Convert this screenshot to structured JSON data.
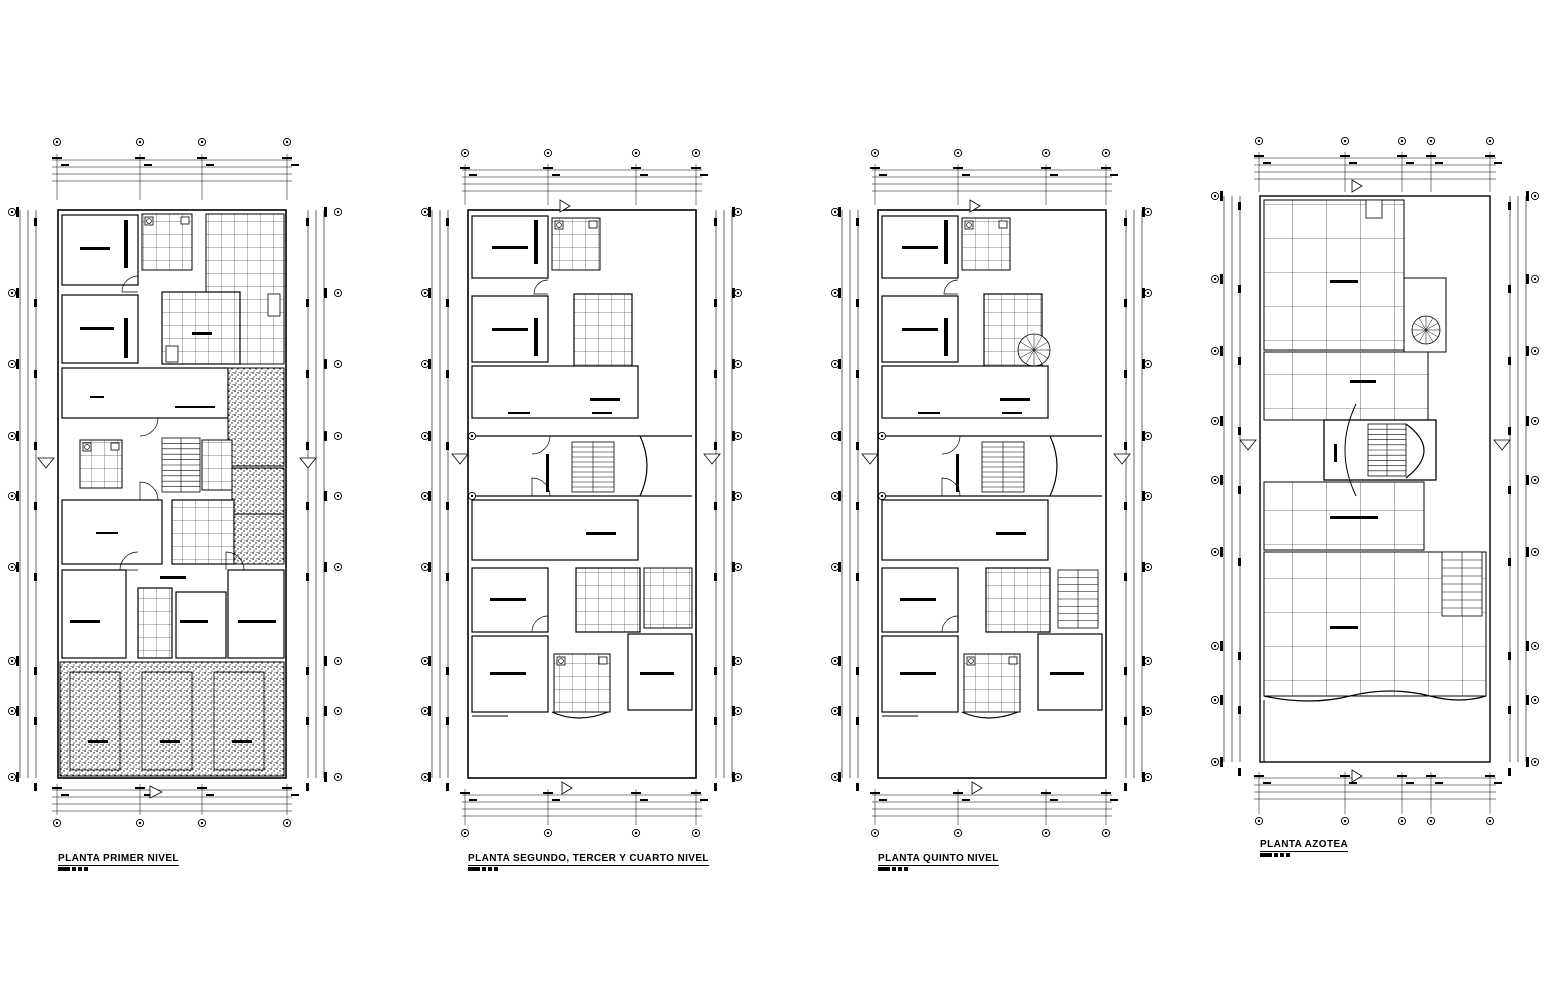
{
  "plans": [
    {
      "id": "primer",
      "title": "PLANTA  PRIMER  NIVEL"
    },
    {
      "id": "segundo",
      "title": "PLANTA  SEGUNDO, TERCER Y CUARTO  NIVEL"
    },
    {
      "id": "quinto",
      "title": "PLANTA  QUINTO  NIVEL"
    },
    {
      "id": "azotea",
      "title": "PLANTA  AZOTEA"
    }
  ],
  "colors": {
    "line": "#000000",
    "background": "#ffffff",
    "hatch": "#000000"
  }
}
